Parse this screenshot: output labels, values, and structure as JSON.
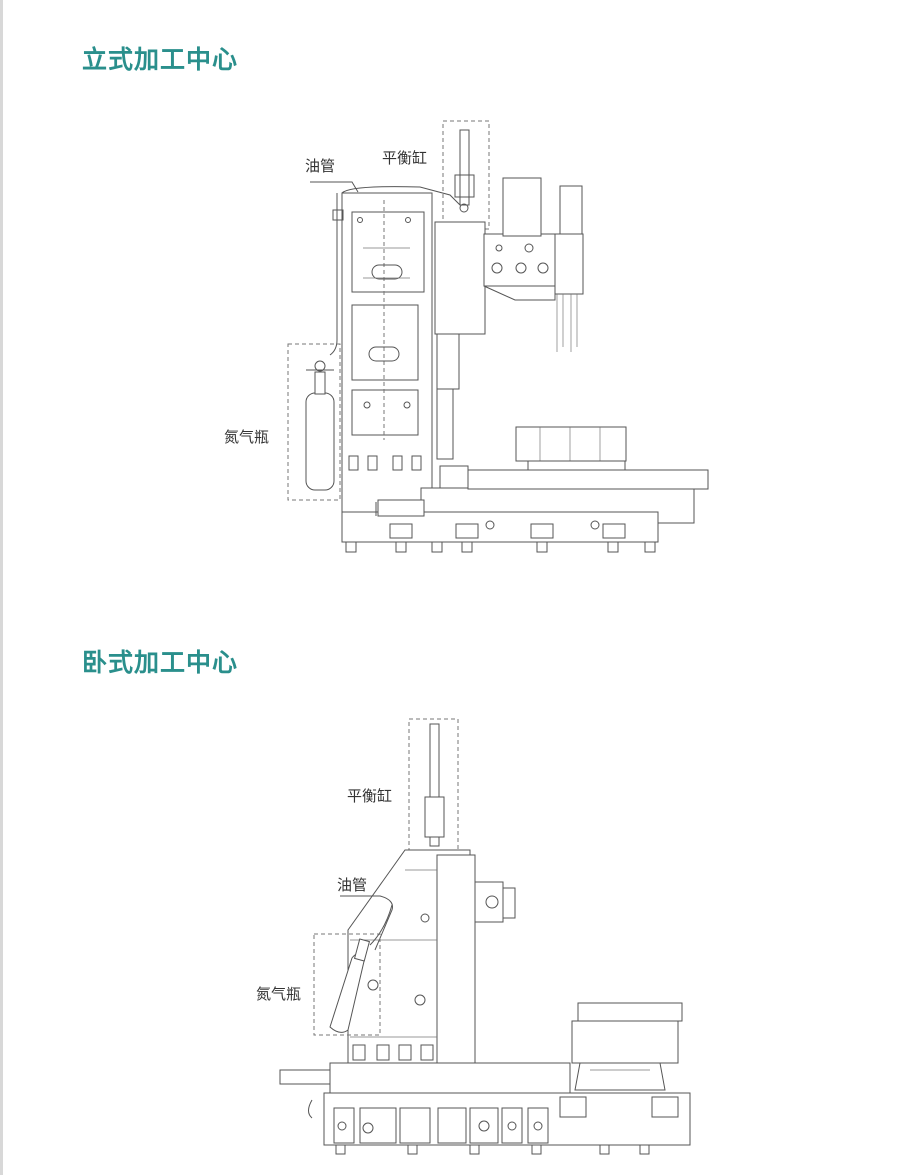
{
  "sections": [
    {
      "title": "立式加工中心",
      "labels": {
        "oil_pipe": "油管",
        "balance_cylinder": "平衡缸",
        "nitrogen_bottle": "氮气瓶"
      }
    },
    {
      "title": "卧式加工中心",
      "labels": {
        "balance_cylinder": "平衡缸",
        "oil_pipe": "油管",
        "nitrogen_bottle": "氮气瓶"
      }
    }
  ],
  "colors": {
    "title": "#2a8f8c",
    "line": "#555555",
    "dashed_box": "#777777"
  }
}
